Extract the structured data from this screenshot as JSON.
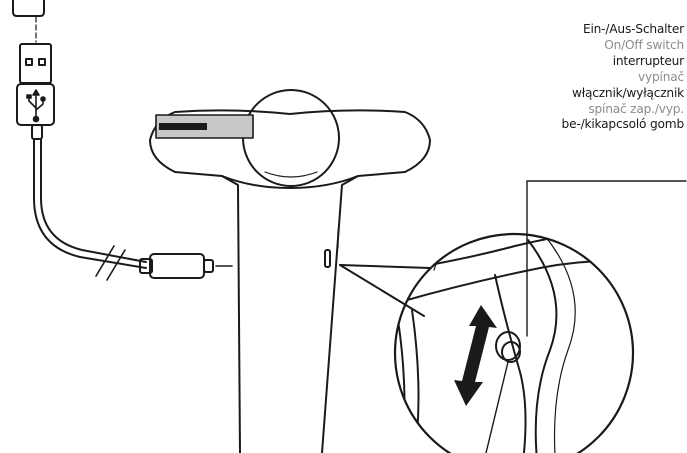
{
  "diagram": {
    "switch_labels": [
      {
        "text": "Ein-/Aus-Schalter",
        "tone": "dark"
      },
      {
        "text": "On/Off switch",
        "tone": "grey"
      },
      {
        "text": "interrupteur",
        "tone": "dark"
      },
      {
        "text": "vypínač",
        "tone": "grey"
      },
      {
        "text": "włącznik/wyłącznik",
        "tone": "dark"
      },
      {
        "text": "spínač zap./vyp.",
        "tone": "grey"
      },
      {
        "text": "be-/kikapcsoló gomb",
        "tone": "dark"
      }
    ],
    "colors": {
      "line": "#1a1a1a",
      "grey_text": "#8c8c8c",
      "charging_strip": "#c8c8c8"
    },
    "icons": [
      "usb-symbol-icon",
      "usb-a-plug-icon",
      "usb-c-plug-icon",
      "double-arrow-icon"
    ]
  }
}
